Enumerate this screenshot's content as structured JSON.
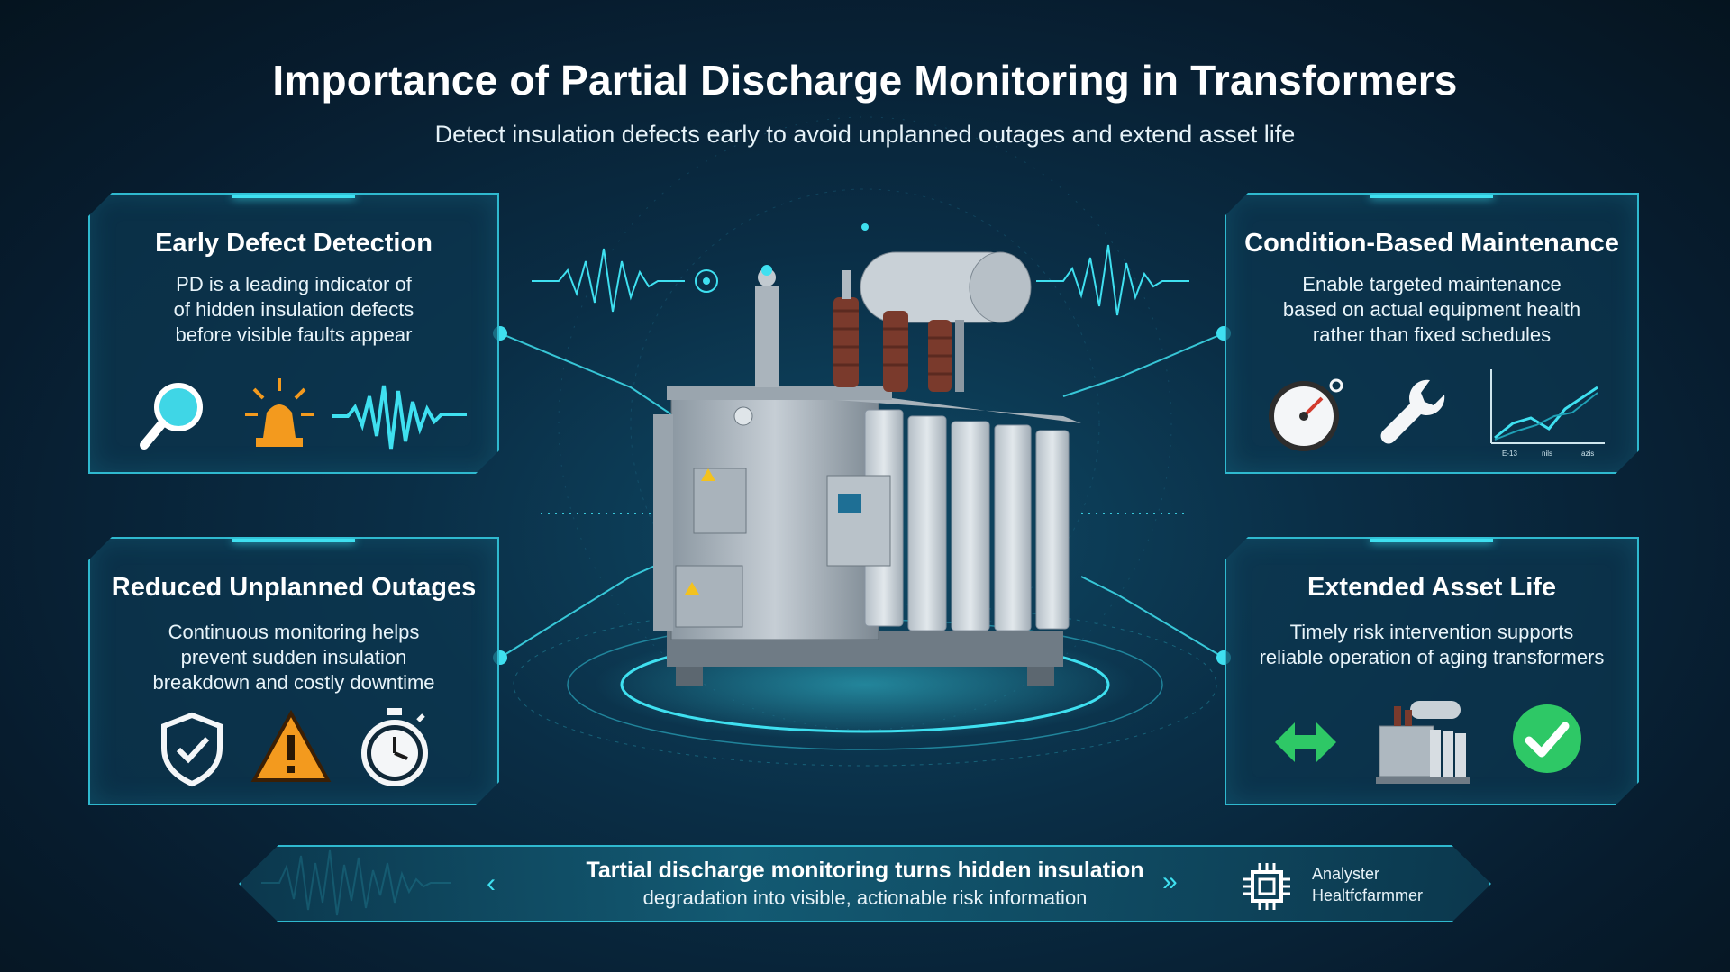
{
  "header": {
    "title": "Importance of Partial Discharge Monitoring in Transformers",
    "subtitle": "Detect insulation defects early to avoid unplanned outages and extend asset life"
  },
  "cards": [
    {
      "title": "Early Defect Detection",
      "lines": [
        "PD is a leading indicator of",
        "of hidden insulation defects",
        "before visible faults appear"
      ],
      "icons": [
        "magnifier-icon",
        "alarm-icon",
        "waveform-icon"
      ]
    },
    {
      "title": "Condition-Based Maintenance",
      "lines": [
        "Enable targeted maintenance",
        "based on actual equipment health",
        "rather than fixed schedules"
      ],
      "icons": [
        "gauge-icon",
        "wrench-icon",
        "trend-chart-icon"
      ],
      "chart_tick_labels": [
        "E-13",
        "nils",
        "azis"
      ]
    },
    {
      "title": "Reduced Unplanned Outages",
      "lines": [
        "Continuous monitoring helps",
        "prevent sudden insulation",
        "breakdown and costly downtime"
      ],
      "icons": [
        "shield-check-icon",
        "warning-icon",
        "stopwatch-icon"
      ]
    },
    {
      "title": "Extended Asset Life",
      "lines": [
        "Timely risk intervention supports",
        "reliable operation of aging transformers"
      ],
      "icons": [
        "double-arrow-icon",
        "transformer-icon",
        "check-circle-icon"
      ]
    }
  ],
  "banner": {
    "line1": "Tartial discharge monitoring turns hidden insulation",
    "line2": "degradation into visible, actionable risk information",
    "left_chevron": "‹",
    "right_chevron": "»",
    "brand_line1": "Analyster",
    "brand_line2": "Healtfcfarmmer"
  },
  "colors": {
    "accent": "#2fb9cf",
    "glow": "#3fe0f0",
    "alert": "#f39a1e",
    "success": "#2ec866"
  }
}
